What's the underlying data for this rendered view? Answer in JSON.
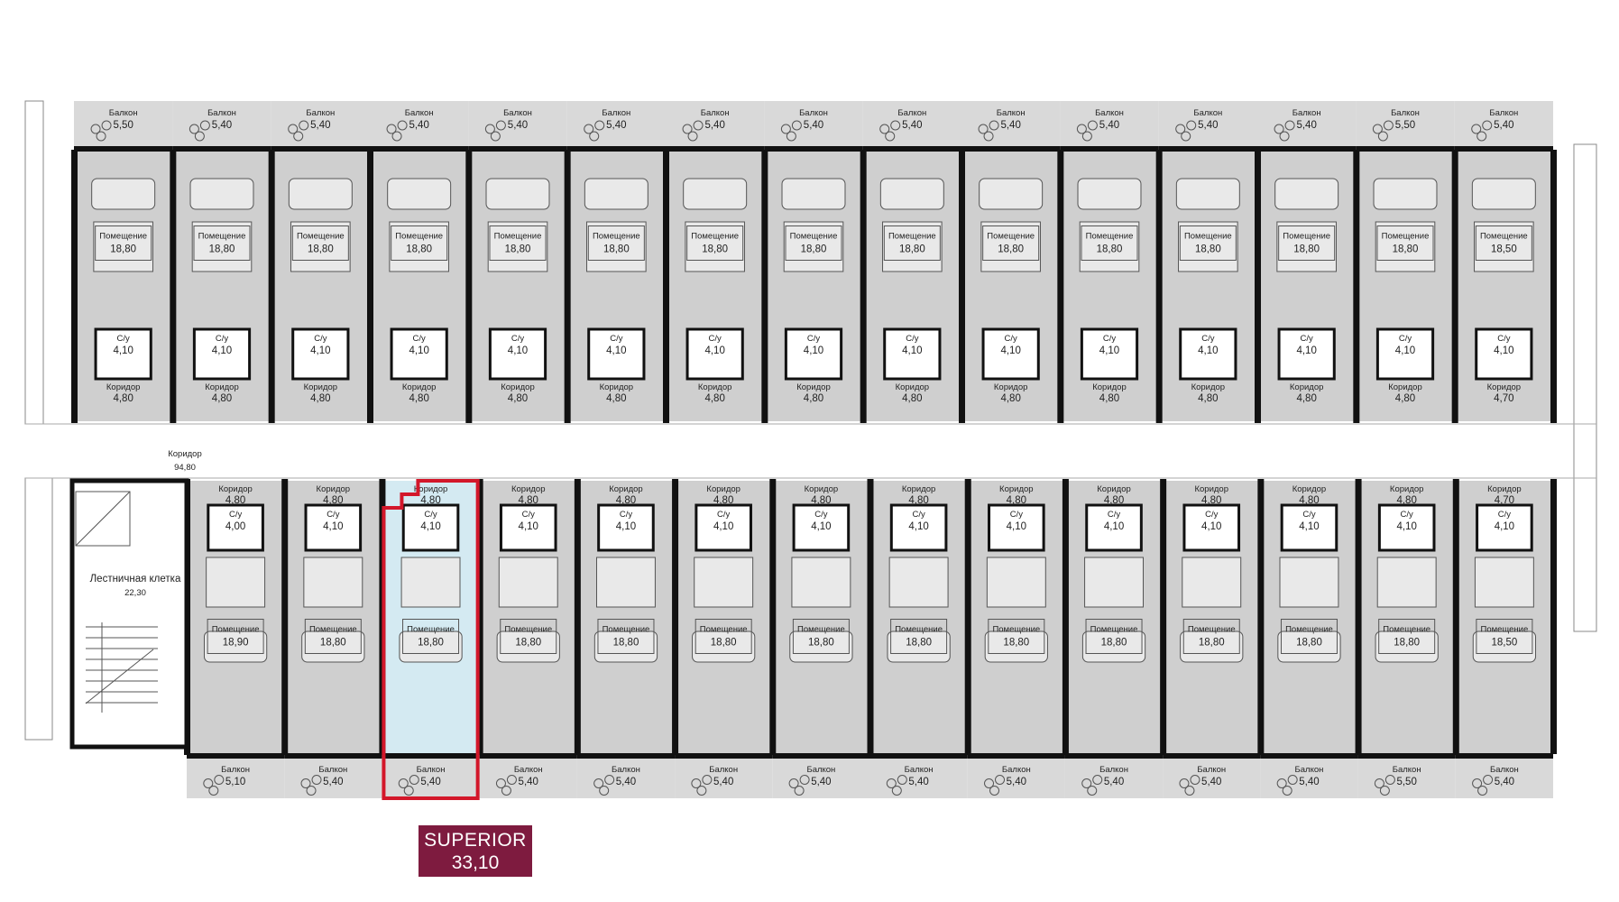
{
  "plan": {
    "accent_color": "#d3172a",
    "badge_color": "#7e1b3f",
    "highlight_fill": "#d4eaf2",
    "corridor": {
      "label": "Коридор",
      "area": "94,80"
    },
    "stair": {
      "label": "Лестничная клетка",
      "area": "22,30"
    },
    "selected": {
      "name": "SUPERIOR",
      "area": "33,10"
    },
    "top_units": [
      {
        "balcony": "5,50",
        "room": "18,80",
        "bath": "4,10",
        "hall": "4,80"
      },
      {
        "balcony": "5,40",
        "room": "18,80",
        "bath": "4,10",
        "hall": "4,80"
      },
      {
        "balcony": "5,40",
        "room": "18,80",
        "bath": "4,10",
        "hall": "4,80"
      },
      {
        "balcony": "5,40",
        "room": "18,80",
        "bath": "4,10",
        "hall": "4,80"
      },
      {
        "balcony": "5,40",
        "room": "18,80",
        "bath": "4,10",
        "hall": "4,80"
      },
      {
        "balcony": "5,40",
        "room": "18,80",
        "bath": "4,10",
        "hall": "4,80"
      },
      {
        "balcony": "5,40",
        "room": "18,80",
        "bath": "4,10",
        "hall": "4,80"
      },
      {
        "balcony": "5,40",
        "room": "18,80",
        "bath": "4,10",
        "hall": "4,80"
      },
      {
        "balcony": "5,40",
        "room": "18,80",
        "bath": "4,10",
        "hall": "4,80"
      },
      {
        "balcony": "5,40",
        "room": "18,80",
        "bath": "4,10",
        "hall": "4,80"
      },
      {
        "balcony": "5,40",
        "room": "18,80",
        "bath": "4,10",
        "hall": "4,80"
      },
      {
        "balcony": "5,40",
        "room": "18,80",
        "bath": "4,10",
        "hall": "4,80"
      },
      {
        "balcony": "5,40",
        "room": "18,80",
        "bath": "4,10",
        "hall": "4,80"
      },
      {
        "balcony": "5,50",
        "room": "18,80",
        "bath": "4,10",
        "hall": "4,80"
      },
      {
        "balcony": "5,40",
        "room": "18,50",
        "bath": "4,10",
        "hall": "4,70"
      }
    ],
    "bottom_units": [
      {
        "balcony": "5,10",
        "room": "18,90",
        "bath": "4,00",
        "hall": "4,80"
      },
      {
        "balcony": "5,40",
        "room": "18,80",
        "bath": "4,10",
        "hall": "4,80"
      },
      {
        "balcony": "5,40",
        "room": "18,80",
        "bath": "4,10",
        "hall": "4,80"
      },
      {
        "balcony": "5,40",
        "room": "18,80",
        "bath": "4,10",
        "hall": "4,80"
      },
      {
        "balcony": "5,40",
        "room": "18,80",
        "bath": "4,10",
        "hall": "4,80"
      },
      {
        "balcony": "5,40",
        "room": "18,80",
        "bath": "4,10",
        "hall": "4,80"
      },
      {
        "balcony": "5,40",
        "room": "18,80",
        "bath": "4,10",
        "hall": "4,80"
      },
      {
        "balcony": "5,40",
        "room": "18,80",
        "bath": "4,10",
        "hall": "4,80"
      },
      {
        "balcony": "5,40",
        "room": "18,80",
        "bath": "4,10",
        "hall": "4,80"
      },
      {
        "balcony": "5,40",
        "room": "18,80",
        "bath": "4,10",
        "hall": "4,80"
      },
      {
        "balcony": "5,40",
        "room": "18,80",
        "bath": "4,10",
        "hall": "4,80"
      },
      {
        "balcony": "5,40",
        "room": "18,80",
        "bath": "4,10",
        "hall": "4,80"
      },
      {
        "balcony": "5,50",
        "room": "18,80",
        "bath": "4,10",
        "hall": "4,80"
      },
      {
        "balcony": "5,40",
        "room": "18,50",
        "bath": "4,10",
        "hall": "4,70"
      }
    ],
    "labels": {
      "room": "Помещение",
      "bath": "С/у",
      "hall": "Коридор",
      "balcony": "Балкон"
    }
  }
}
